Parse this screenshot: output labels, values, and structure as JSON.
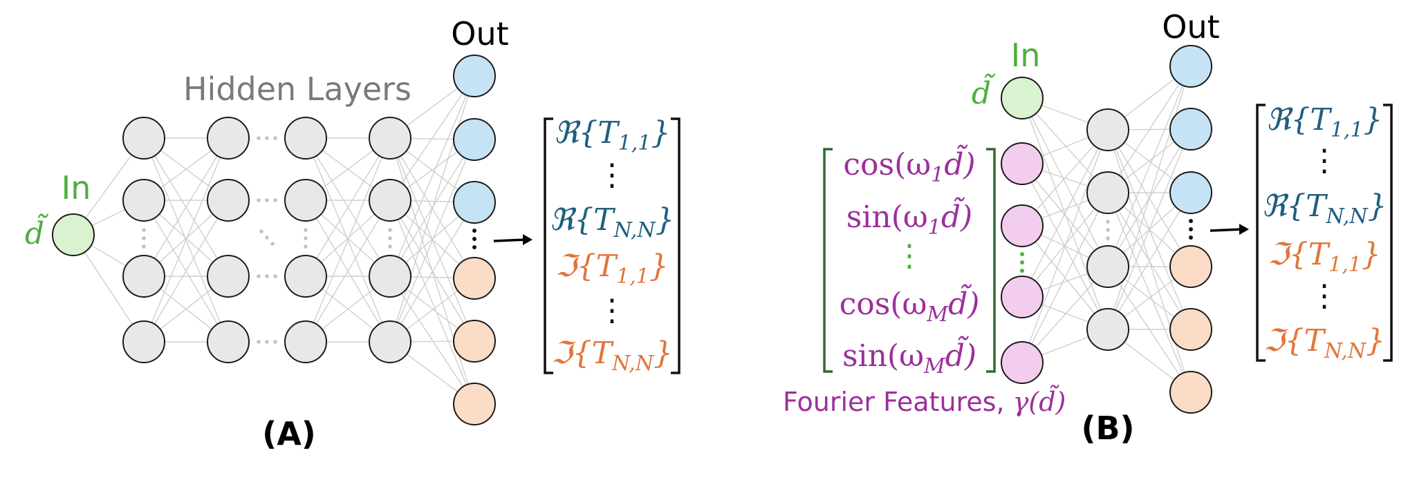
{
  "colors": {
    "green": "#4caf3c",
    "blue": "#1f5f7f",
    "orange": "#e0763a",
    "purple": "#9c2f9c",
    "gray_text": "#7a7a7a",
    "dark_green": "#2e6b2e",
    "node_gray": "#e8e8e8",
    "node_blue": "#c5e3f5",
    "node_orange": "#fbdcc6",
    "node_green": "#d9f2cf",
    "node_pink": "#f2cdee"
  },
  "panel_a": {
    "label": "(A)",
    "in_label": "In",
    "out_label": "Out",
    "hidden_label": "Hidden Layers",
    "input_symbol": "d̃",
    "output_vector": [
      {
        "text": "ℜ{T",
        "sub": "1,1",
        "close": "}",
        "color": "blue"
      },
      {
        "text": "⋮",
        "sub": "",
        "close": "",
        "color": "black"
      },
      {
        "text": "ℜ{T",
        "sub": "N,N",
        "close": "}",
        "color": "blue"
      },
      {
        "text": "ℑ{T",
        "sub": "1,1",
        "close": "}",
        "color": "orange"
      },
      {
        "text": "⋮",
        "sub": "",
        "close": "",
        "color": "black"
      },
      {
        "text": "ℑ{T",
        "sub": "N,N",
        "close": "}",
        "color": "orange"
      }
    ]
  },
  "panel_b": {
    "label": "(B)",
    "in_label": "In",
    "out_label": "Out",
    "input_symbol": "d̃",
    "fourier_caption": "Fourier Features, ",
    "fourier_symbol": "γ(d̃)",
    "fourier_terms": [
      {
        "fn": "cos(ω",
        "sub": "1",
        "tail": "d̃)"
      },
      {
        "fn": "sin(ω",
        "sub": "1",
        "tail": "d̃)"
      },
      {
        "fn": "⋮",
        "sub": "",
        "tail": ""
      },
      {
        "fn": "cos(ω",
        "sub": "M",
        "tail": "d̃)"
      },
      {
        "fn": "sin(ω",
        "sub": "M",
        "tail": "d̃)"
      }
    ],
    "output_vector": [
      {
        "text": "ℜ{T",
        "sub": "1,1",
        "close": "}",
        "color": "blue"
      },
      {
        "text": "⋮",
        "sub": "",
        "close": "",
        "color": "black"
      },
      {
        "text": "ℜ{T",
        "sub": "N,N",
        "close": "}",
        "color": "blue"
      },
      {
        "text": "ℑ{T",
        "sub": "1,1",
        "close": "}",
        "color": "orange"
      },
      {
        "text": "⋮",
        "sub": "",
        "close": "",
        "color": "black"
      },
      {
        "text": "ℑ{T",
        "sub": "N,N",
        "close": "}",
        "color": "orange"
      }
    ]
  }
}
